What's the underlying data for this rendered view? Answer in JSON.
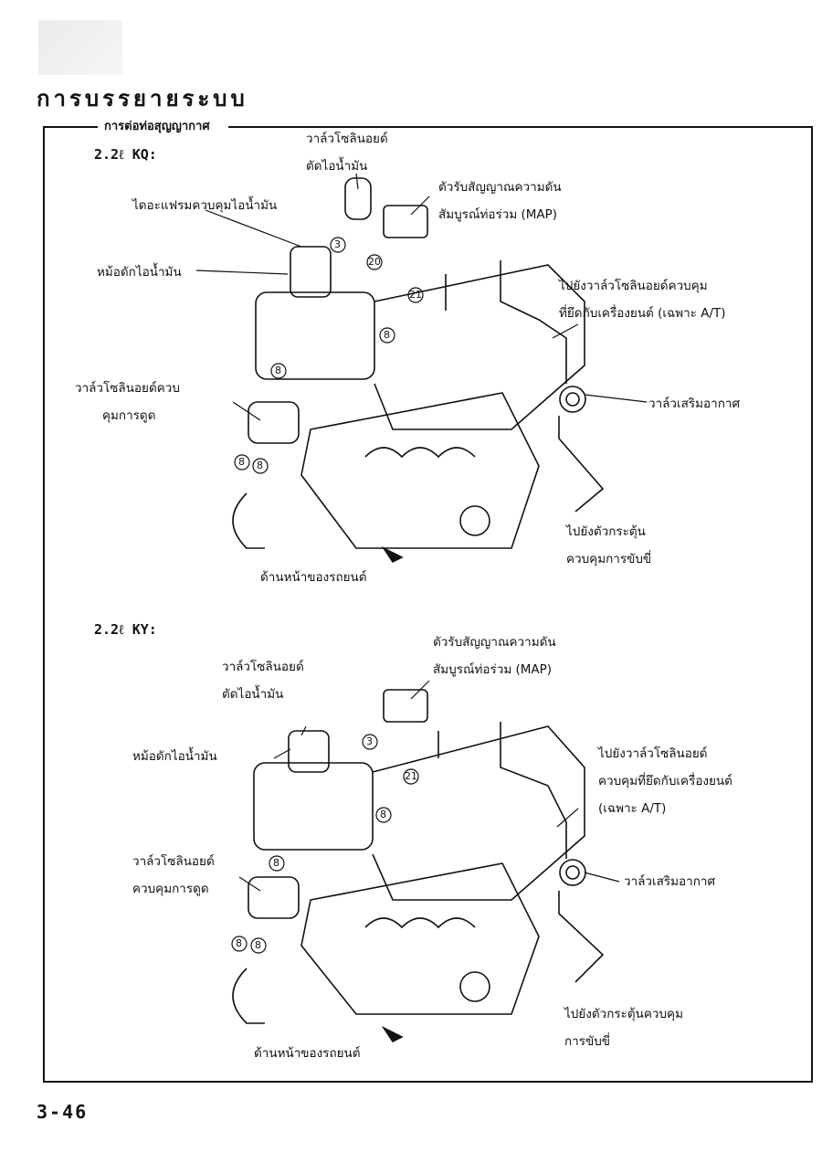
{
  "header": {
    "title": "การบรรยายระบบ",
    "section": "การต่อท่อสุญญากาศ"
  },
  "diagram_kq": {
    "model": "2.2ℓ KQ:",
    "labels": {
      "fuel_cut_solenoid": [
        "วาล์วโซลินอยด์",
        "ตัดไอน้ำมัน"
      ],
      "map_sensor": [
        "ตัวรับสัญญาณความดัน",
        "สัมบูรณ์ท่อร่วม (MAP)"
      ],
      "diaphragm": [
        "ไดอะแฟรมควบคุมไอน้ำมัน"
      ],
      "canister": [
        "หม้อดักไอน้ำมัน"
      ],
      "to_mount_solenoid": [
        "ไปยังวาล์วโซลินอยด์ควบคุม",
        "ที่ยึดกับเครื่องยนต์ (เฉพาะ A/T)"
      ],
      "air_valve": [
        "วาล์วเสริมอากาศ"
      ],
      "purge_solenoid": [
        "วาล์วโซลินอยด์ควบ",
        "คุมการดูด"
      ],
      "to_cruise_actuator": [
        "ไปยังตัวกระตุ้น",
        "ควบคุมการขับขี่"
      ],
      "front": [
        "ด้านหน้าของรถยนต์"
      ]
    },
    "hoses": [
      "3",
      "20",
      "21",
      "8",
      "8",
      "8",
      "8"
    ]
  },
  "diagram_ky": {
    "model": "2.2ℓ KY:",
    "labels": {
      "map_sensor": [
        "ตัวรับสัญญาณความดัน",
        "สัมบูรณ์ท่อร่วม (MAP)"
      ],
      "fuel_cut_solenoid": [
        "วาล์วโซลินอยด์",
        "ตัดไอน้ำมัน"
      ],
      "canister": [
        "หม้อดักไอน้ำมัน"
      ],
      "to_mount_solenoid": [
        "ไปยังวาล์วโซลินอยด์",
        "ควบคุมที่ยึดกับเครื่องยนต์",
        "(เฉพาะ A/T)"
      ],
      "air_valve": [
        "วาล์วเสริมอากาศ"
      ],
      "purge_solenoid": [
        "วาล์วโซลินอยด์",
        "ควบคุมการดูด"
      ],
      "to_cruise_actuator": [
        "ไปยังตัวกระตุ้นควบคุม",
        "การขับขี่"
      ],
      "front": [
        "ด้านหน้าของรถยนต์"
      ]
    },
    "hoses": [
      "3",
      "21",
      "8",
      "8",
      "8",
      "8"
    ]
  },
  "footer": {
    "page_number": "3-46"
  }
}
